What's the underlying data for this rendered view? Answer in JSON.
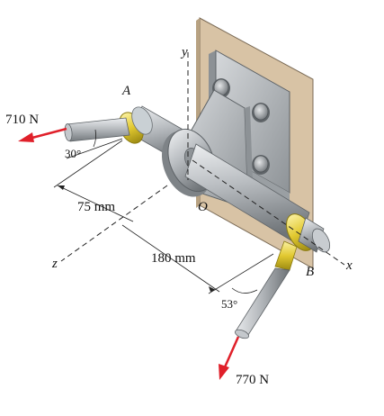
{
  "labels": {
    "force_a": "710 N",
    "force_b": "770 N",
    "angle_a": "30°",
    "angle_b": "53°",
    "dim_75": "75 mm",
    "dim_180": "180 mm",
    "point_a": "A",
    "point_b": "B",
    "origin": "O",
    "axis_x": "x",
    "axis_y": "y",
    "axis_z": "z"
  },
  "colors": {
    "force_arrow": "#e0202a",
    "plate": "#d8c3a5",
    "bracket": "#a9adb2",
    "shaft": "#b5b9bd",
    "collar": "#e9d43a"
  }
}
